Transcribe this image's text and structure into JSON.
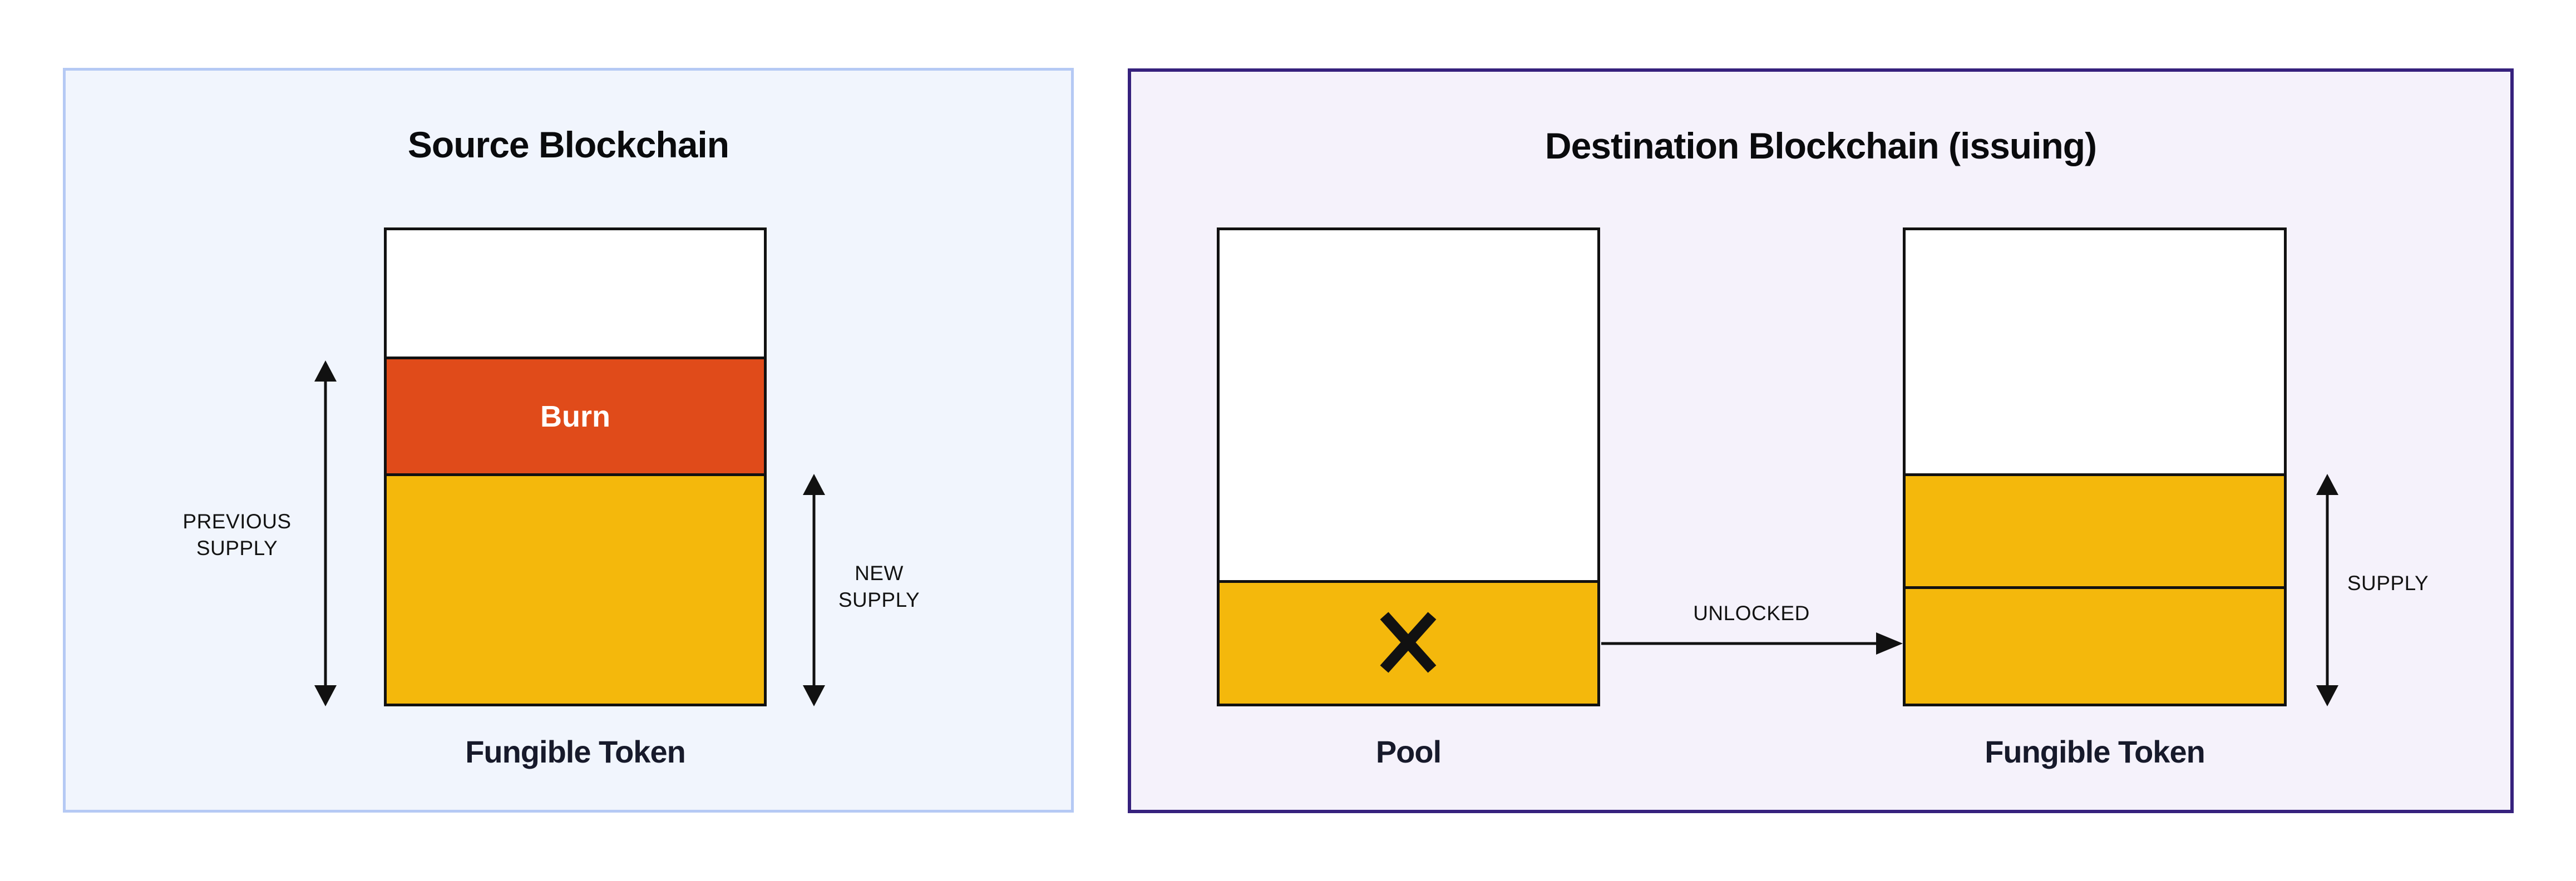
{
  "source_panel": {
    "title": "Source Blockchain",
    "burn_label": "Burn",
    "previous_supply_line1": "PREVIOUS",
    "previous_supply_line2": "SUPPLY",
    "new_supply_line1": "NEW",
    "new_supply_line2": "SUPPLY",
    "token_caption": "Fungible Token"
  },
  "destination_panel": {
    "title": "Destination Blockchain (issuing)",
    "pool_caption": "Pool",
    "unlocked_label": "UNLOCKED",
    "supply_label": "SUPPLY",
    "token_caption": "Fungible Token"
  },
  "icons": {
    "crossed_out": "x-mark over pool tokens",
    "previous_supply_arrow": "vertical double-headed arrow",
    "new_supply_arrow": "vertical double-headed arrow",
    "supply_arrow": "vertical double-headed arrow",
    "unlocked_arrow": "horizontal right arrow"
  },
  "colors": {
    "page_background": "#ffffff",
    "source_panel_background": "#f1f5fd",
    "source_panel_border": "#b5c9f4",
    "destination_panel_background": "#f5f2fb",
    "destination_panel_border": "#36217d",
    "burn_orange": "#e04b1a",
    "supply_gold": "#f4b80c",
    "line_black": "#111111",
    "title_text": "#0a0b0d",
    "caption_text": "#171a2b",
    "burn_text": "#ffffff"
  }
}
